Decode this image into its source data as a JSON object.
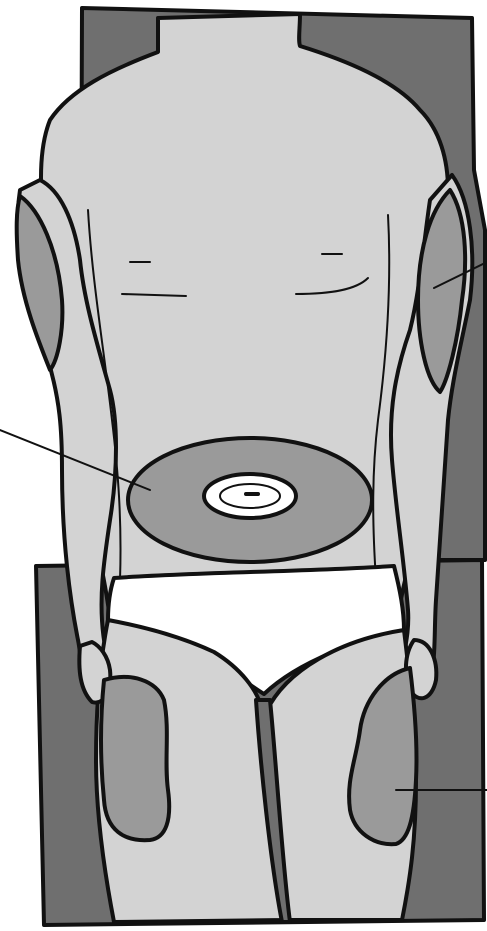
{
  "figure": {
    "kind": "insulin injection sites illustration",
    "sites": [
      {
        "id": "abdomen",
        "side": "left-pointer"
      },
      {
        "id": "upper-arm",
        "side": "right-pointer"
      },
      {
        "id": "right-thigh",
        "side": "none"
      },
      {
        "id": "left-thigh",
        "side": "right-pointer"
      }
    ],
    "labels_visible": false
  },
  "colors": {
    "background_panel": "#6f6f6f",
    "skin": "#d3d3d3",
    "injection_site": "#9a9a9a",
    "underwear": "#ffffff",
    "outline": "#111111",
    "navel_ring": "#ffffff"
  }
}
